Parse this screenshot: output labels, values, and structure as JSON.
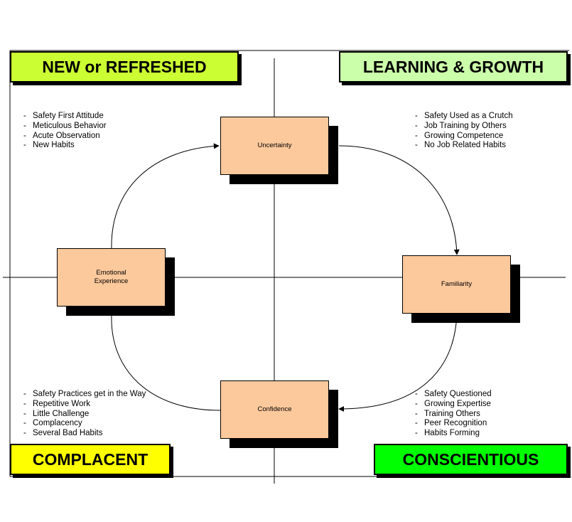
{
  "quadrants": {
    "top_left": {
      "title": "NEW or REFRESHED",
      "color": "#ccff33",
      "items": [
        "Safety First Attitude",
        "Meticulous Behavior",
        "Acute Observation",
        "New Habits"
      ]
    },
    "top_right": {
      "title": "LEARNING & GROWTH",
      "color": "#ccffaa",
      "items": [
        "Safety Used as a Crutch",
        "Job Training by Others",
        "Growing Competence",
        "No Job Related Habits"
      ]
    },
    "bottom_left": {
      "title": "COMPLACENT",
      "color": "#ffff00",
      "items": [
        "Safety Practices get in the Way",
        "Repetitive Work",
        "Little Challenge",
        "Complacency",
        "Several Bad Habits"
      ]
    },
    "bottom_right": {
      "title": "CONSCIENTIOUS",
      "color": "#00ff00",
      "items": [
        "Safety Questioned",
        "Growing Expertise",
        "Training Others",
        "Peer Recognition",
        "Habits Forming"
      ]
    }
  },
  "states": {
    "top": "Uncertainty",
    "right": "Familiarity",
    "bottom": "Confidence",
    "left": "Emotional\nExperience",
    "fill": "#fcc99c"
  }
}
